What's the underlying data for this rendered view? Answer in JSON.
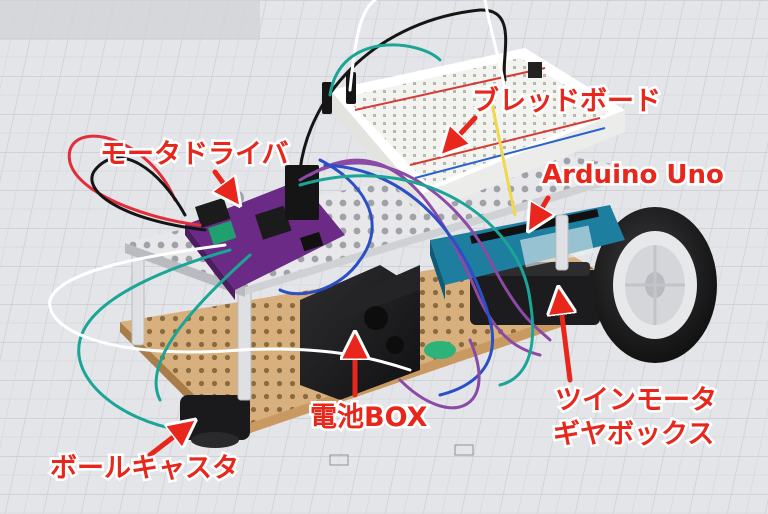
{
  "labels": {
    "breadboard": "ブレッドボード",
    "motor_driver": "モータドライバ",
    "arduino": "Arduino Uno",
    "battery_box": "電池BOX",
    "twin_motor_line1": "ツインモータ",
    "twin_motor_line2": "ギヤボックス",
    "ball_caster": "ボールキャスタ"
  },
  "colors": {
    "label_text": "#e8261b",
    "label_outline": "#ffffff",
    "arrow": "#e8261b",
    "background_grid": "#d9dbdf",
    "breadboard": "#f4f4f1",
    "perfboard": "#e9e9ec",
    "wood_base": "#d8b07d",
    "motor_driver_pcb": "#6b2a86",
    "arduino_pcb": "#1d7ea0",
    "battery_box": "#1c1c1e",
    "wheel_tire": "#111111",
    "wheel_hub": "#e7e8ea"
  }
}
